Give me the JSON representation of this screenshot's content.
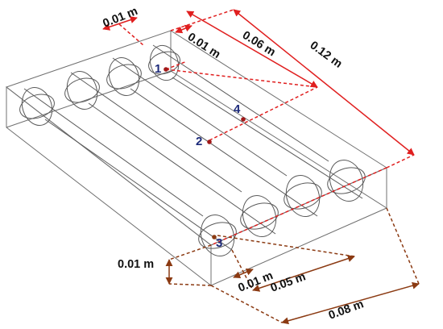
{
  "colors": {
    "box_edge": "#707070",
    "tube": "#5a5a5a",
    "dim_top": "#e01f1f",
    "dim_bottom": "#8b3a12",
    "point_marker": "#a01818",
    "point_label": "#1c2a7a",
    "text": "#111111"
  },
  "dimensions": {
    "top_small_a": "0.01 m",
    "top_small_b": "0.01 m",
    "top_mid": "0.06 m",
    "top_long": "0.12 m",
    "bottom_height": "0.01 m",
    "bottom_small": "0.01 m",
    "bottom_mid": "0.05 m",
    "bottom_long": "0.08 m"
  },
  "points": [
    {
      "label": "1"
    },
    {
      "label": "2"
    },
    {
      "label": "3"
    },
    {
      "label": "4"
    }
  ]
}
